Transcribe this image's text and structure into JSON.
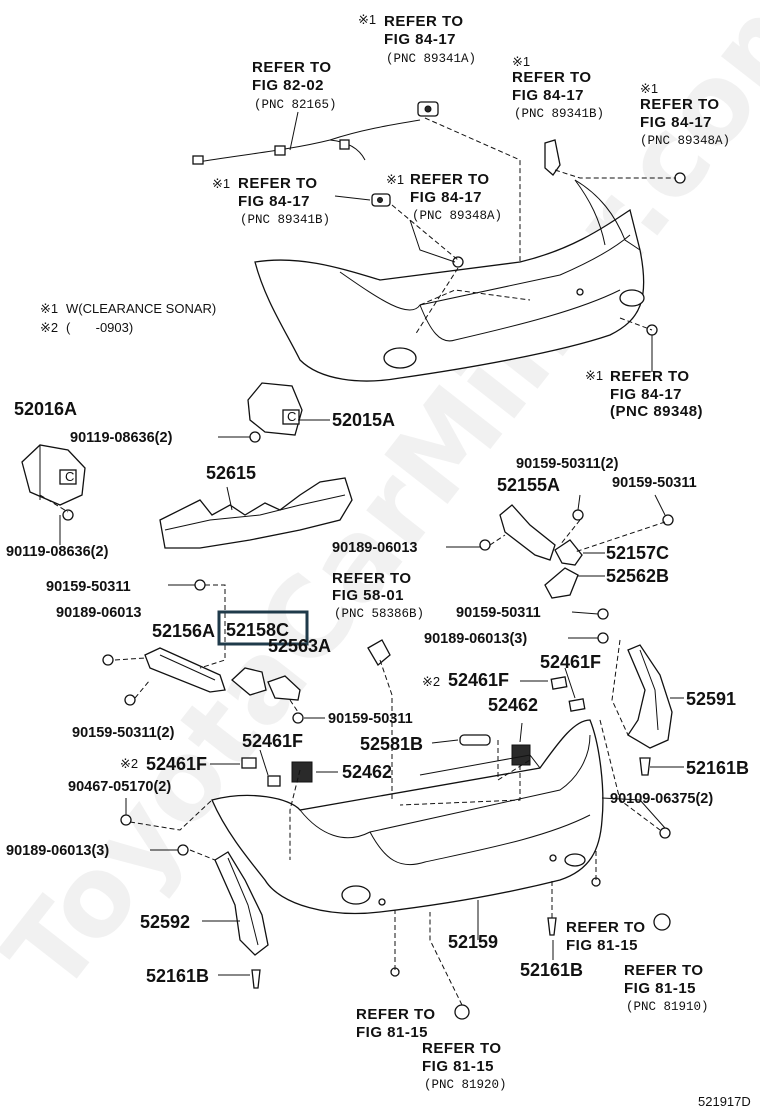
{
  "watermark": "ToyotaCarMinor.com",
  "figure_id": "521917D",
  "notes": [
    {
      "mark": "※1",
      "text": "W(CLEARANCE SONAR)"
    },
    {
      "mark": "※2",
      "text": "(       -0903)"
    }
  ],
  "refs": {
    "r1": {
      "mark": "※1",
      "l1": "REFER TO",
      "l2": "FIG 84-17",
      "pnc": "(PNC 89341A)"
    },
    "r2": {
      "l1": "REFER TO",
      "l2": "FIG 82-02",
      "pnc": "(PNC 82165)"
    },
    "r3": {
      "mark": "※1",
      "l1": "REFER TO",
      "l2": "FIG 84-17",
      "pnc": "(PNC 89341B)"
    },
    "r4": {
      "mark": "※1",
      "l1": "REFER TO",
      "l2": "FIG 84-17",
      "pnc": "(PNC 89348A)"
    },
    "r5": {
      "mark": "※1",
      "l1": "REFER TO",
      "l2": "FIG 84-17",
      "pnc": "(PNC 89341B)"
    },
    "r6": {
      "mark": "※1",
      "l1": "REFER TO",
      "l2": "FIG 84-17",
      "pnc": "(PNC 89348A)"
    },
    "r7": {
      "mark": "※1",
      "l1": "REFER TO",
      "l2": "FIG 84-17",
      "pnc": "(PNC 89348)"
    },
    "r8": {
      "l1": "REFER TO",
      "l2": "FIG 58-01",
      "pnc": "(PNC 58386B)"
    },
    "r9": {
      "l1": "REFER TO",
      "l2": "FIG 81-15"
    },
    "r10": {
      "l1": "REFER TO",
      "l2": "FIG 81-15",
      "pnc": "(PNC 81910)"
    },
    "r11": {
      "l1": "REFER TO",
      "l2": "FIG 81-15"
    },
    "r12": {
      "l1": "REFER TO",
      "l2": "FIG 81-15",
      "pnc": "(PNC 81920)"
    }
  },
  "parts": {
    "p52016A": "52016A",
    "p52015A": "52015A",
    "p90119a": "90119-08636(2)",
    "p52615": "52615",
    "p90119b": "90119-08636(2)",
    "p90159a": "90159-50311(2)",
    "p52155A": "52155A",
    "p90159b": "90159-50311",
    "p90189a": "90189-06013",
    "p52157C": "52157C",
    "p52562B": "52562B",
    "p90159c": "90159-50311",
    "p90189b": "90189-06013",
    "p52156A": "52156A",
    "p52158C": "52158C",
    "p52563A": "52563A",
    "p90159d": "90159-50311",
    "p90189c": "90189-06013(3)",
    "p52461Fa_mark": "※2",
    "p52461Fa": "52461F",
    "p52461Fb": "52461F",
    "p52462a": "52462",
    "p52591": "52591",
    "p90159e": "90159-50311(2)",
    "p52581B": "52581B",
    "p90159f": "90159-50311",
    "p52461Fc": "52461F",
    "p52461Fd_mark": "※2",
    "p52461Fd": "52461F",
    "p52462b": "52462",
    "p52161Ba": "52161B",
    "p90467": "90467-05170(2)",
    "p90109": "90109-06375(2)",
    "p90189d": "90189-06013(3)",
    "p52592": "52592",
    "p52159": "52159",
    "p52161Bb": "52161B",
    "p52161Bc": "52161B"
  }
}
